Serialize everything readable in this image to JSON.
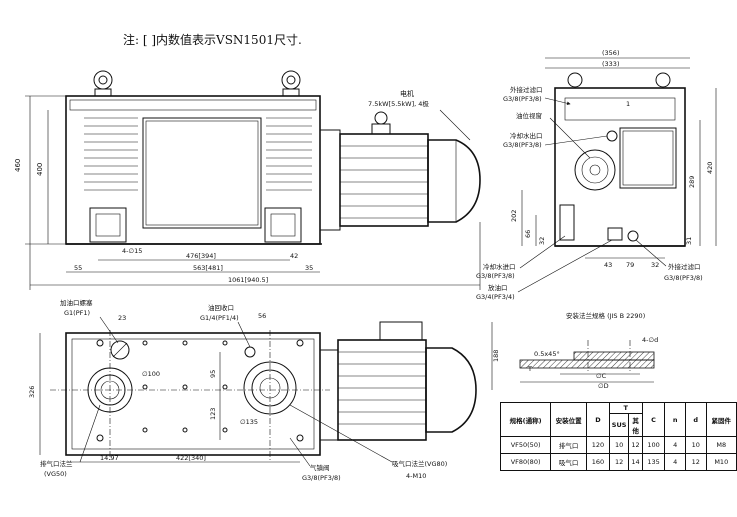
{
  "note": "注: [ ]内数值表示VSN1501尺寸.",
  "front_view": {
    "motor_label": "电机",
    "motor_spec": "7.5kW[5.5kW], 4极",
    "dims": {
      "h460": "460",
      "h400": "400",
      "d4phi15": "4-∅15",
      "d476": "476[394]",
      "d42": "42",
      "d55": "55",
      "d563": "563[481]",
      "d35": "35",
      "d1061": "1061[940.5]"
    }
  },
  "side_view": {
    "d356": "(356)",
    "d333": "(333)",
    "ext_filter": "外接过滤口",
    "ext_filter_spec": "G3/8(PF3/8)",
    "oil_gauge": "油位视窗",
    "cool_out": "冷却水出口",
    "cool_out_spec": "G3/8(PF3/8)",
    "cool_in": "冷却水进口",
    "cool_in_spec": "G3/8(PF3/8)",
    "drain": "放油口",
    "drain_spec": "G3/4(PF3/4)",
    "ext_filter2": "外接过滤口",
    "ext_filter2_spec": "G3/8(PF3/8)",
    "d1": "1",
    "d289": "289",
    "d420": "420",
    "d202": "202",
    "d66": "66",
    "d32": "32",
    "d31": "31",
    "d43": "43",
    "d79": "79",
    "d32b": "32"
  },
  "top_view": {
    "oil_fill": "加油口螺塞",
    "oil_fill_spec": "G1(PF1)",
    "oil_return": "油回收口",
    "oil_return_spec": "G1/4(PF1/4)",
    "d23": "23",
    "d56": "56",
    "phi100": "∅100",
    "phi135": "∅135",
    "d95": "95",
    "d123": "123",
    "d326": "326",
    "d188": "188",
    "d14": "14.97",
    "d422": "422[340]",
    "exhaust": "排气口法兰",
    "exhaust_spec": "(VG50)",
    "gas_ballast": "气镇阀",
    "gas_ballast_spec": "G3/8(PF3/8)",
    "intake": "吸气口法兰(VG80)",
    "intake_spec": "4-M10"
  },
  "flange": {
    "title": "安装法兰规格 (JIS B 2290)",
    "label_05": "0.5x45°",
    "label_4d": "4-∅d",
    "label_phiD": "∅D",
    "label_phiC": "∅C",
    "label_T": "T",
    "headers": [
      "规格(通称)",
      "安装位置",
      "D",
      "T",
      "",
      "C",
      "n",
      "d",
      "紧固件"
    ],
    "subheaders": [
      "SUS",
      "其他"
    ],
    "rows": [
      [
        "VF50(50)",
        "排气口",
        "120",
        "10",
        "12",
        "100",
        "4",
        "10",
        "M8"
      ],
      [
        "VF80(80)",
        "吸气口",
        "160",
        "12",
        "14",
        "135",
        "4",
        "12",
        "M10"
      ]
    ]
  }
}
